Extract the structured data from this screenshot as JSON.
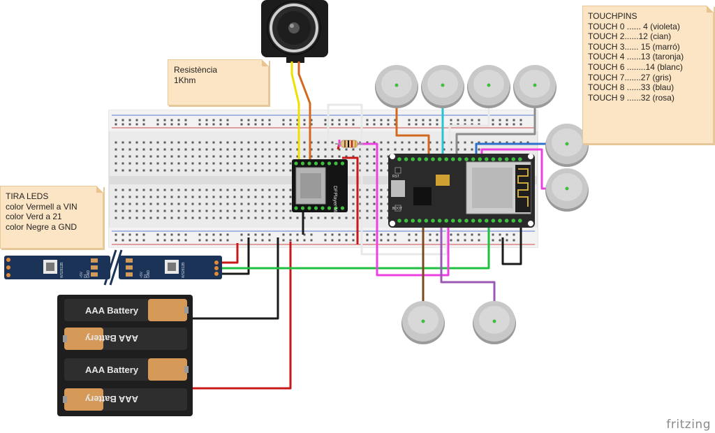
{
  "notes": {
    "resistor": {
      "lines": [
        "Resistència",
        "1Khm"
      ]
    },
    "touchpins": {
      "lines": [
        "TOUCHPINS",
        "",
        "TOUCH 0 ...... 4 (violeta)",
        "TOUCH 2......12 (cian)",
        "TOUCH 3...... 15 (marró)",
        "TOUCH 4 ......13 (taronja)",
        "TOUCH 6 ........14 (blanc)",
        "TOUCH 7.......27 (gris)",
        "TOUCH 8 ......33 (blau)",
        "TOUCH 9 ......32 (rosa)"
      ]
    },
    "leds": {
      "lines": [
        "TIRA LEDS",
        "color Vermell a VIN",
        "color Verd a 21",
        "color Negre a GND"
      ]
    }
  },
  "batteries": [
    "AAA Battery",
    "AAA Battery",
    "AAA Battery",
    "AAA Battery"
  ],
  "led_strip": {
    "chip_label": "WS2812B",
    "pad_labels": [
      "+5V",
      "DI",
      "GND"
    ]
  },
  "mp3_module": {
    "label": "DFPlayer Mini"
  },
  "esp32": {
    "buttons": [
      "RST",
      "BOOT"
    ]
  },
  "logo": "fritzing",
  "wire_colors": {
    "violeta": "#9b59b6",
    "cian": "#27c4d0",
    "marro": "#7a4a1e",
    "taronja": "#d2691e",
    "blanc": "#e8e8e8",
    "gris": "#8c8c8c",
    "blau": "#2f6fc9",
    "rosa": "#ee3fe0",
    "vermell": "#c81818",
    "verd": "#1fbf3f",
    "negre": "#1a1a1a",
    "groc": "#f0e000"
  }
}
